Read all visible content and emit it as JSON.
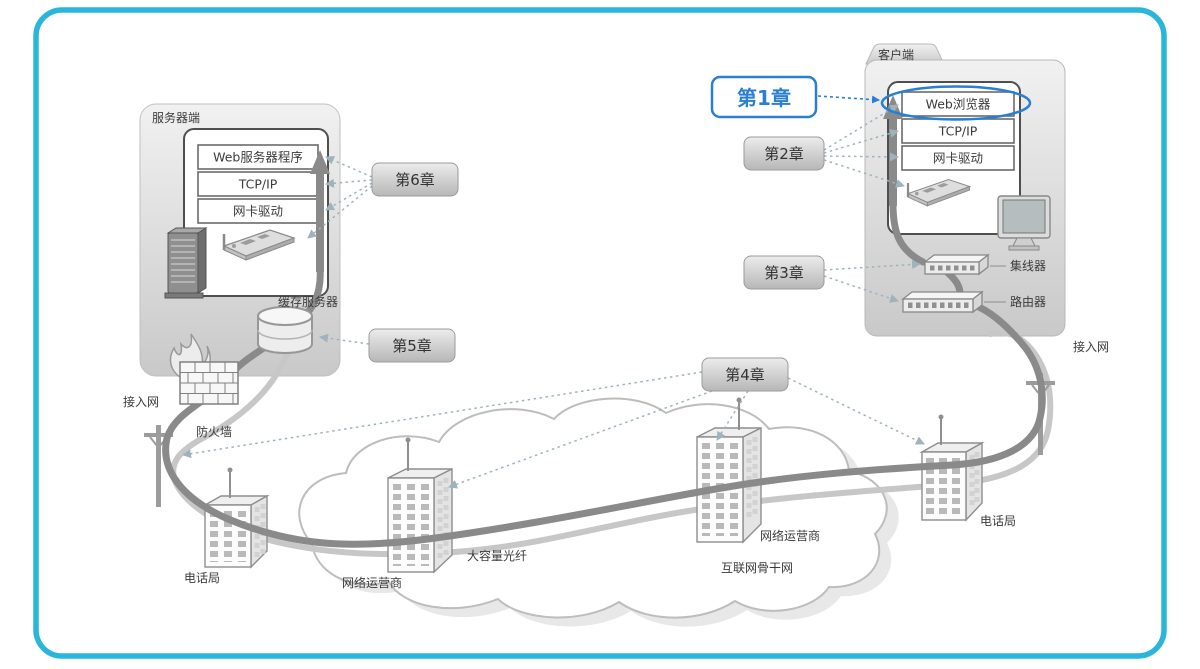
{
  "colors": {
    "frame": "#2ab5da",
    "accent_blue": "#2a7fd4",
    "cable_dark": "#8a8a8a",
    "cable_light": "#c7c7c7"
  },
  "server_side": {
    "panel_label": "服务器端",
    "stack": [
      "Web服务器程序",
      "TCP/IP",
      "网卡驱动"
    ],
    "cache_label": "缓存服务器",
    "firewall_label": "防火墙",
    "access_label": "接入网"
  },
  "client_side": {
    "panel_label": "客户端",
    "stack": [
      "Web浏览器",
      "TCP/IP",
      "网卡驱动"
    ],
    "hub_label": "集线器",
    "router_label": "路由器",
    "access_label": "接入网"
  },
  "chapters": {
    "ch1": "第1章",
    "ch2": "第2章",
    "ch3": "第3章",
    "ch4": "第4章",
    "ch5": "第5章",
    "ch6": "第6章"
  },
  "internet": {
    "phone_office_left": "电话局",
    "isp_left": "网络运营商",
    "fiber_label": "大容量光纤",
    "isp_right": "网络运营商",
    "backbone_label": "互联网骨干网",
    "phone_office_right": "电话局"
  }
}
